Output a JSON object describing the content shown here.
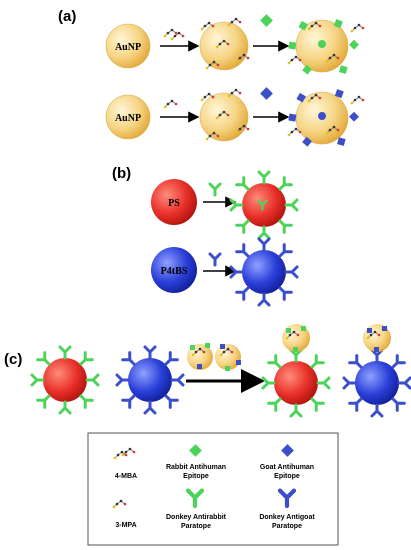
{
  "panels": {
    "a": {
      "label": "(a)",
      "gold_label": "AuNP"
    },
    "b": {
      "label": "(b)",
      "red_label": "PS",
      "blue_label": "P4tBS"
    },
    "c": {
      "label": "(c)"
    }
  },
  "legend": {
    "items": [
      {
        "text": "4-MBA"
      },
      {
        "text": "Rabbit Antihuman Epitope"
      },
      {
        "text": "Goat Antihuman Epitope"
      },
      {
        "text": "3-MPA"
      },
      {
        "text": "Donkey Antirabbit Paratope"
      },
      {
        "text": "Donkey Antigoat Paratope"
      }
    ]
  },
  "colors": {
    "gold": "#f5d27a",
    "red": "#e8302a",
    "blue": "#2a3fd8",
    "green": "#4cd35a",
    "navy": "#3b4fc9",
    "legend_border": "#555555"
  }
}
